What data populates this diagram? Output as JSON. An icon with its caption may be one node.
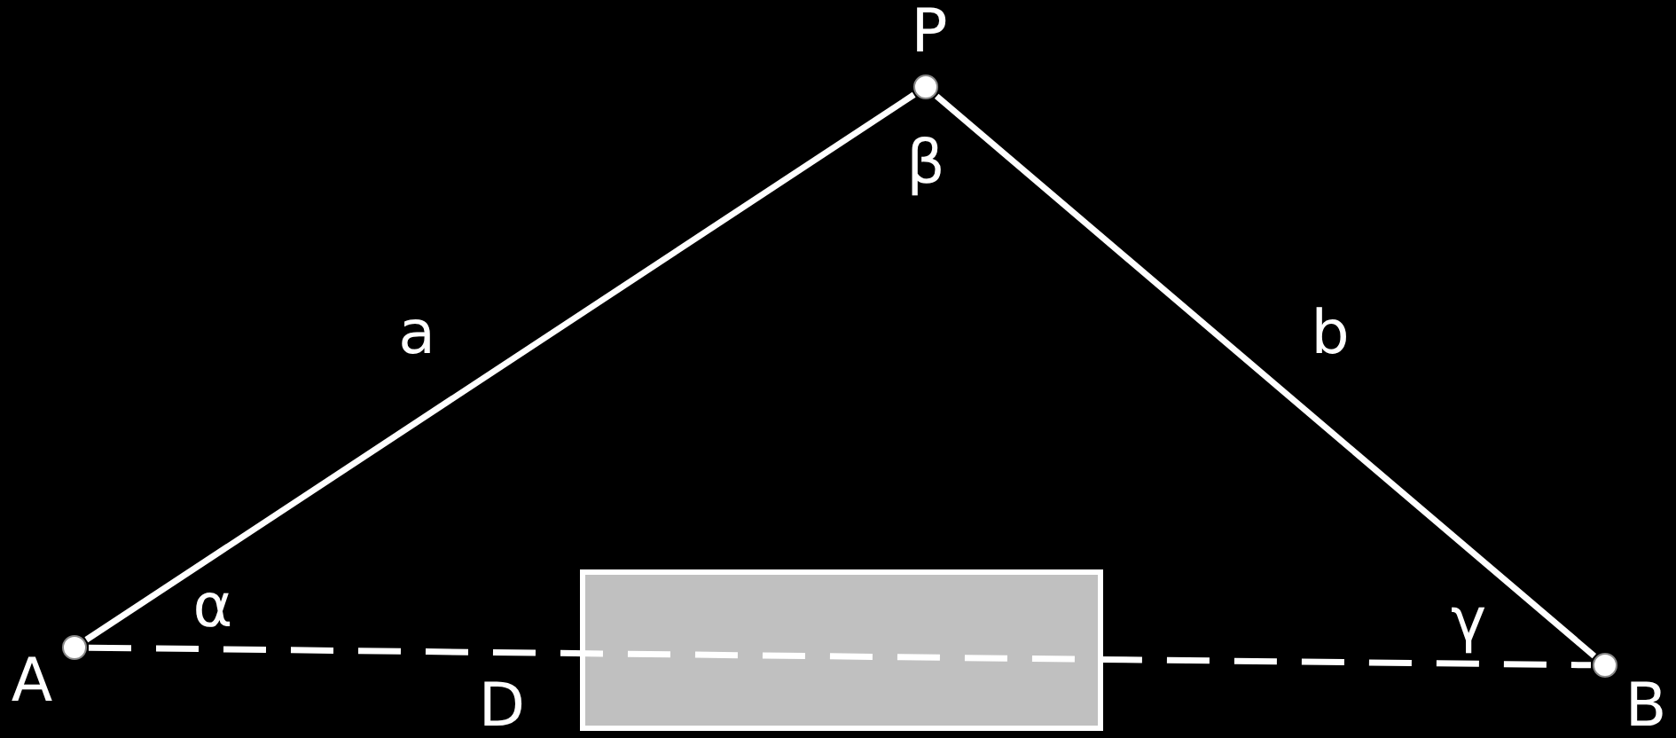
{
  "diagram": {
    "nodes": [
      {
        "text": [],
        "shape": "circle",
        "beside": [
          "A"
        ]
      },
      {
        "text": [],
        "shape": "circle",
        "beside": [
          "P"
        ]
      },
      {
        "text": [],
        "shape": "circle",
        "beside": [
          "B"
        ]
      }
    ],
    "edges": [
      {
        "from": 0,
        "to": 1,
        "arrow": "none",
        "label": "a"
      },
      {
        "from": 1,
        "to": 2,
        "arrow": "none",
        "label": "b"
      },
      {
        "from": 0,
        "to": 2,
        "arrow": "none",
        "style": "dashed",
        "label": "D"
      }
    ],
    "labels": [
      "β",
      "α",
      "γ"
    ]
  }
}
